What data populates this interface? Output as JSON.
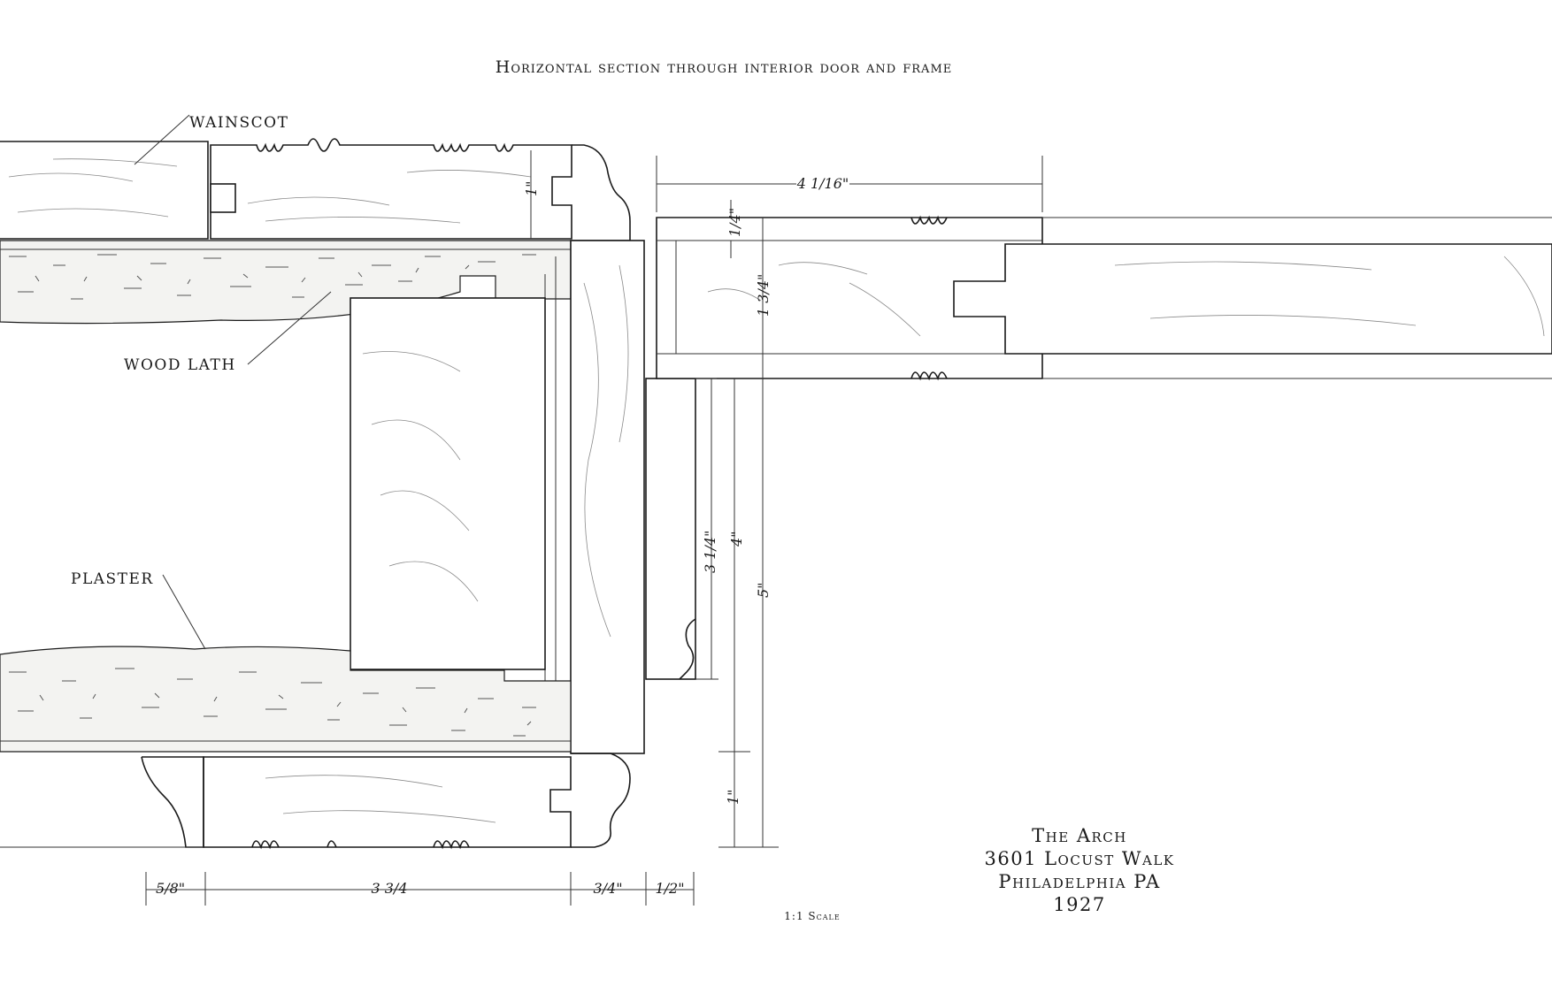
{
  "drawing": {
    "title": "Horizontal section through interior door and frame",
    "labels": {
      "wainscot": "WAINSCOT",
      "wood_lath": "WOOD LATH",
      "plaster": "PLASTER"
    },
    "dimensions": {
      "d_1_top": "1\"",
      "d_4_1_16": "4 1/16\"",
      "d_1_4": "1/4\"",
      "d_1_3_4": "1 3/4\"",
      "d_3_1_4": "3 1/4\"",
      "d_4": "4\"",
      "d_5": "5\"",
      "d_1_bottom": "1\"",
      "d_5_8": "5/8\"",
      "d_3_3_4": "3 3/4",
      "d_3_4": "3/4\"",
      "d_1_2": "1/2\""
    },
    "title_block": {
      "line1": "The Arch",
      "line2": "3601 Locust Walk",
      "line3": "Philadelphia PA",
      "line4": "1927"
    },
    "scale": "1:1 Scale"
  }
}
